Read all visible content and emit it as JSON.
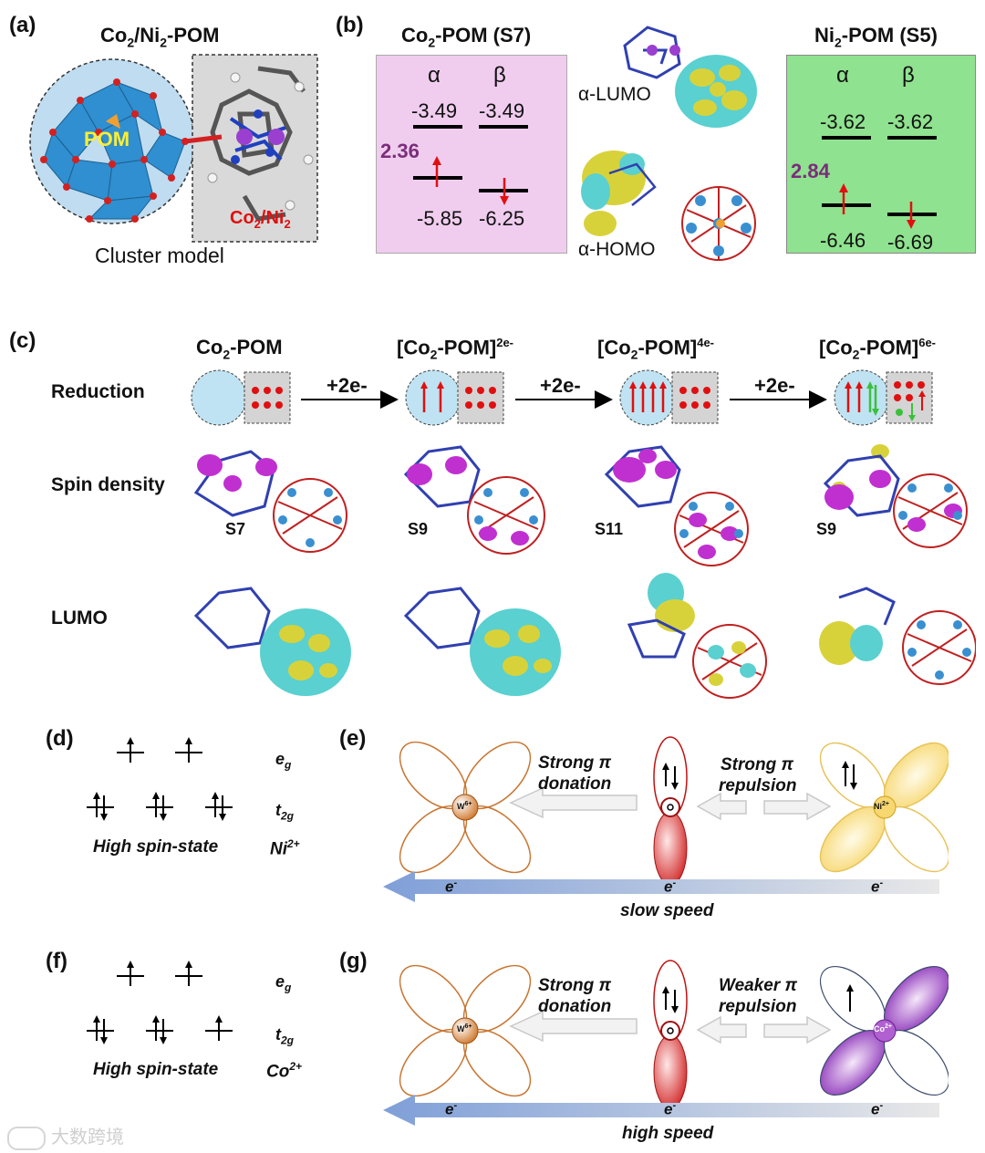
{
  "panel_a": {
    "label": "(a)",
    "title": "Co2/Ni2-POM",
    "pom_label": "POM",
    "metal_label": "Co2/Ni2",
    "caption": "Cluster model"
  },
  "panel_b": {
    "label": "(b)",
    "co_title": "Co2-POM (S7)",
    "ni_title": "Ni2-POM (S5)",
    "alpha": "α",
    "beta": "β",
    "co": {
      "lumo_alpha": "-3.49",
      "lumo_beta": "-3.49",
      "gap": "2.36",
      "homo_alpha": "-5.85",
      "homo_beta": "-6.25"
    },
    "ni": {
      "lumo_alpha": "-3.62",
      "lumo_beta": "-3.62",
      "gap": "2.84",
      "homo_alpha": "-6.46",
      "homo_beta": "-6.69"
    },
    "lumo_label": "α-LUMO",
    "homo_label": "α-HOMO",
    "colors": {
      "co_box": "#f0cdef",
      "ni_box": "#8fe28f",
      "gap_text": "#7b2d7b",
      "up_arrow": "#e01010"
    }
  },
  "panel_c": {
    "label": "(c)",
    "states": [
      {
        "name": "Co2-POM",
        "sup": ""
      },
      {
        "name": "[Co2-POM]",
        "sup": "2e-"
      },
      {
        "name": "[Co2-POM]",
        "sup": "4e-"
      },
      {
        "name": "[Co2-POM]",
        "sup": "6e-"
      }
    ],
    "rows": [
      "Reduction",
      "Spin density",
      "LUMO"
    ],
    "steps": [
      "+2e-",
      "+2e-",
      "+2e-"
    ],
    "spin_labels": [
      "S7",
      "S9",
      "S11",
      "S9"
    ],
    "colors": {
      "circle": "#bfe3f2",
      "box": "#d4d4d4",
      "dot": "#e01010",
      "green": "#3cbf3c"
    }
  },
  "panel_d": {
    "label": "(d)",
    "eg": "eg",
    "t2g": "t2g",
    "state": "High spin-state",
    "ion": "Ni2+"
  },
  "panel_e": {
    "label": "(e)",
    "donation": [
      "Strong π",
      "donation"
    ],
    "repulsion": [
      "Strong π",
      "repulsion"
    ],
    "w_label": "W6+",
    "m_label": "Ni2+",
    "e_labels": [
      "e-",
      "e-",
      "e-"
    ],
    "speed": "slow speed"
  },
  "panel_f": {
    "label": "(f)",
    "eg": "eg",
    "t2g": "t2g",
    "state": "High spin-state",
    "ion": "Co2+"
  },
  "panel_g": {
    "label": "(g)",
    "donation": [
      "Strong π",
      "donation"
    ],
    "repulsion": [
      "Weaker π",
      "repulsion"
    ],
    "w_label": "W6+",
    "m_label": "Co2+",
    "e_labels": [
      "e-",
      "e-",
      "e-"
    ],
    "speed": "high speed"
  },
  "watermark": "大数跨境"
}
